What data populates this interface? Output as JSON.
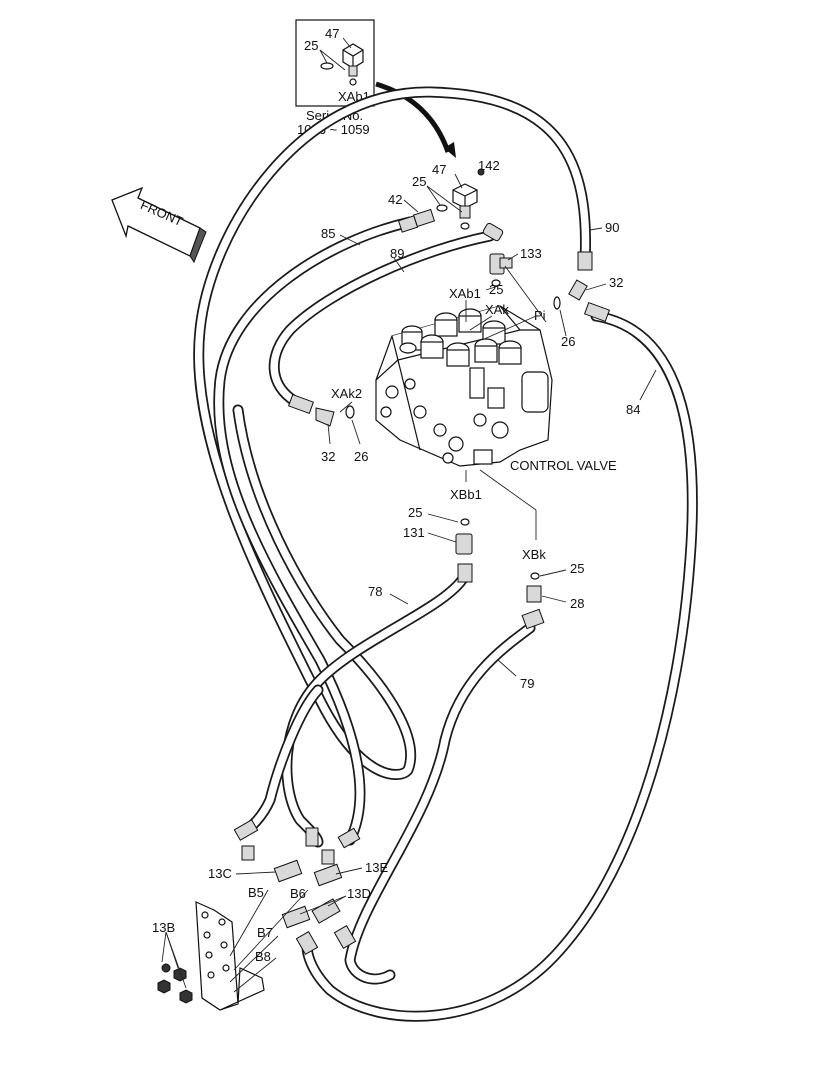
{
  "diagram": {
    "inset": {
      "part_labels": [
        "47",
        "25",
        "XAb1"
      ],
      "serial_line1": "Serial No.",
      "serial_line2": "1056 ~ 1059"
    },
    "front_label": "FRONT",
    "component_label": "CONTROL VALVE",
    "callouts": {
      "c47": "47",
      "c142": "142",
      "c25a": "25",
      "c42": "42",
      "c85": "85",
      "c89": "89",
      "c90": "90",
      "c133": "133",
      "c25b": "25",
      "c32a": "32",
      "cXAb1": "XAb1",
      "cXAk": "XAk",
      "cPi": "Pi",
      "c26a": "26",
      "c84": "84",
      "cXAk2": "XAk2",
      "c32b": "32",
      "c26b": "26",
      "cXBb1": "XBb1",
      "c25c": "25",
      "c131": "131",
      "cXBk": "XBk",
      "c25d": "25",
      "c28": "28",
      "c78": "78",
      "c79": "79",
      "c13C": "13C",
      "c13E": "13E",
      "cB5": "B5",
      "cB6": "B6",
      "c13D": "13D",
      "c13B": "13B",
      "cB7": "B7",
      "cB8": "B8"
    }
  }
}
